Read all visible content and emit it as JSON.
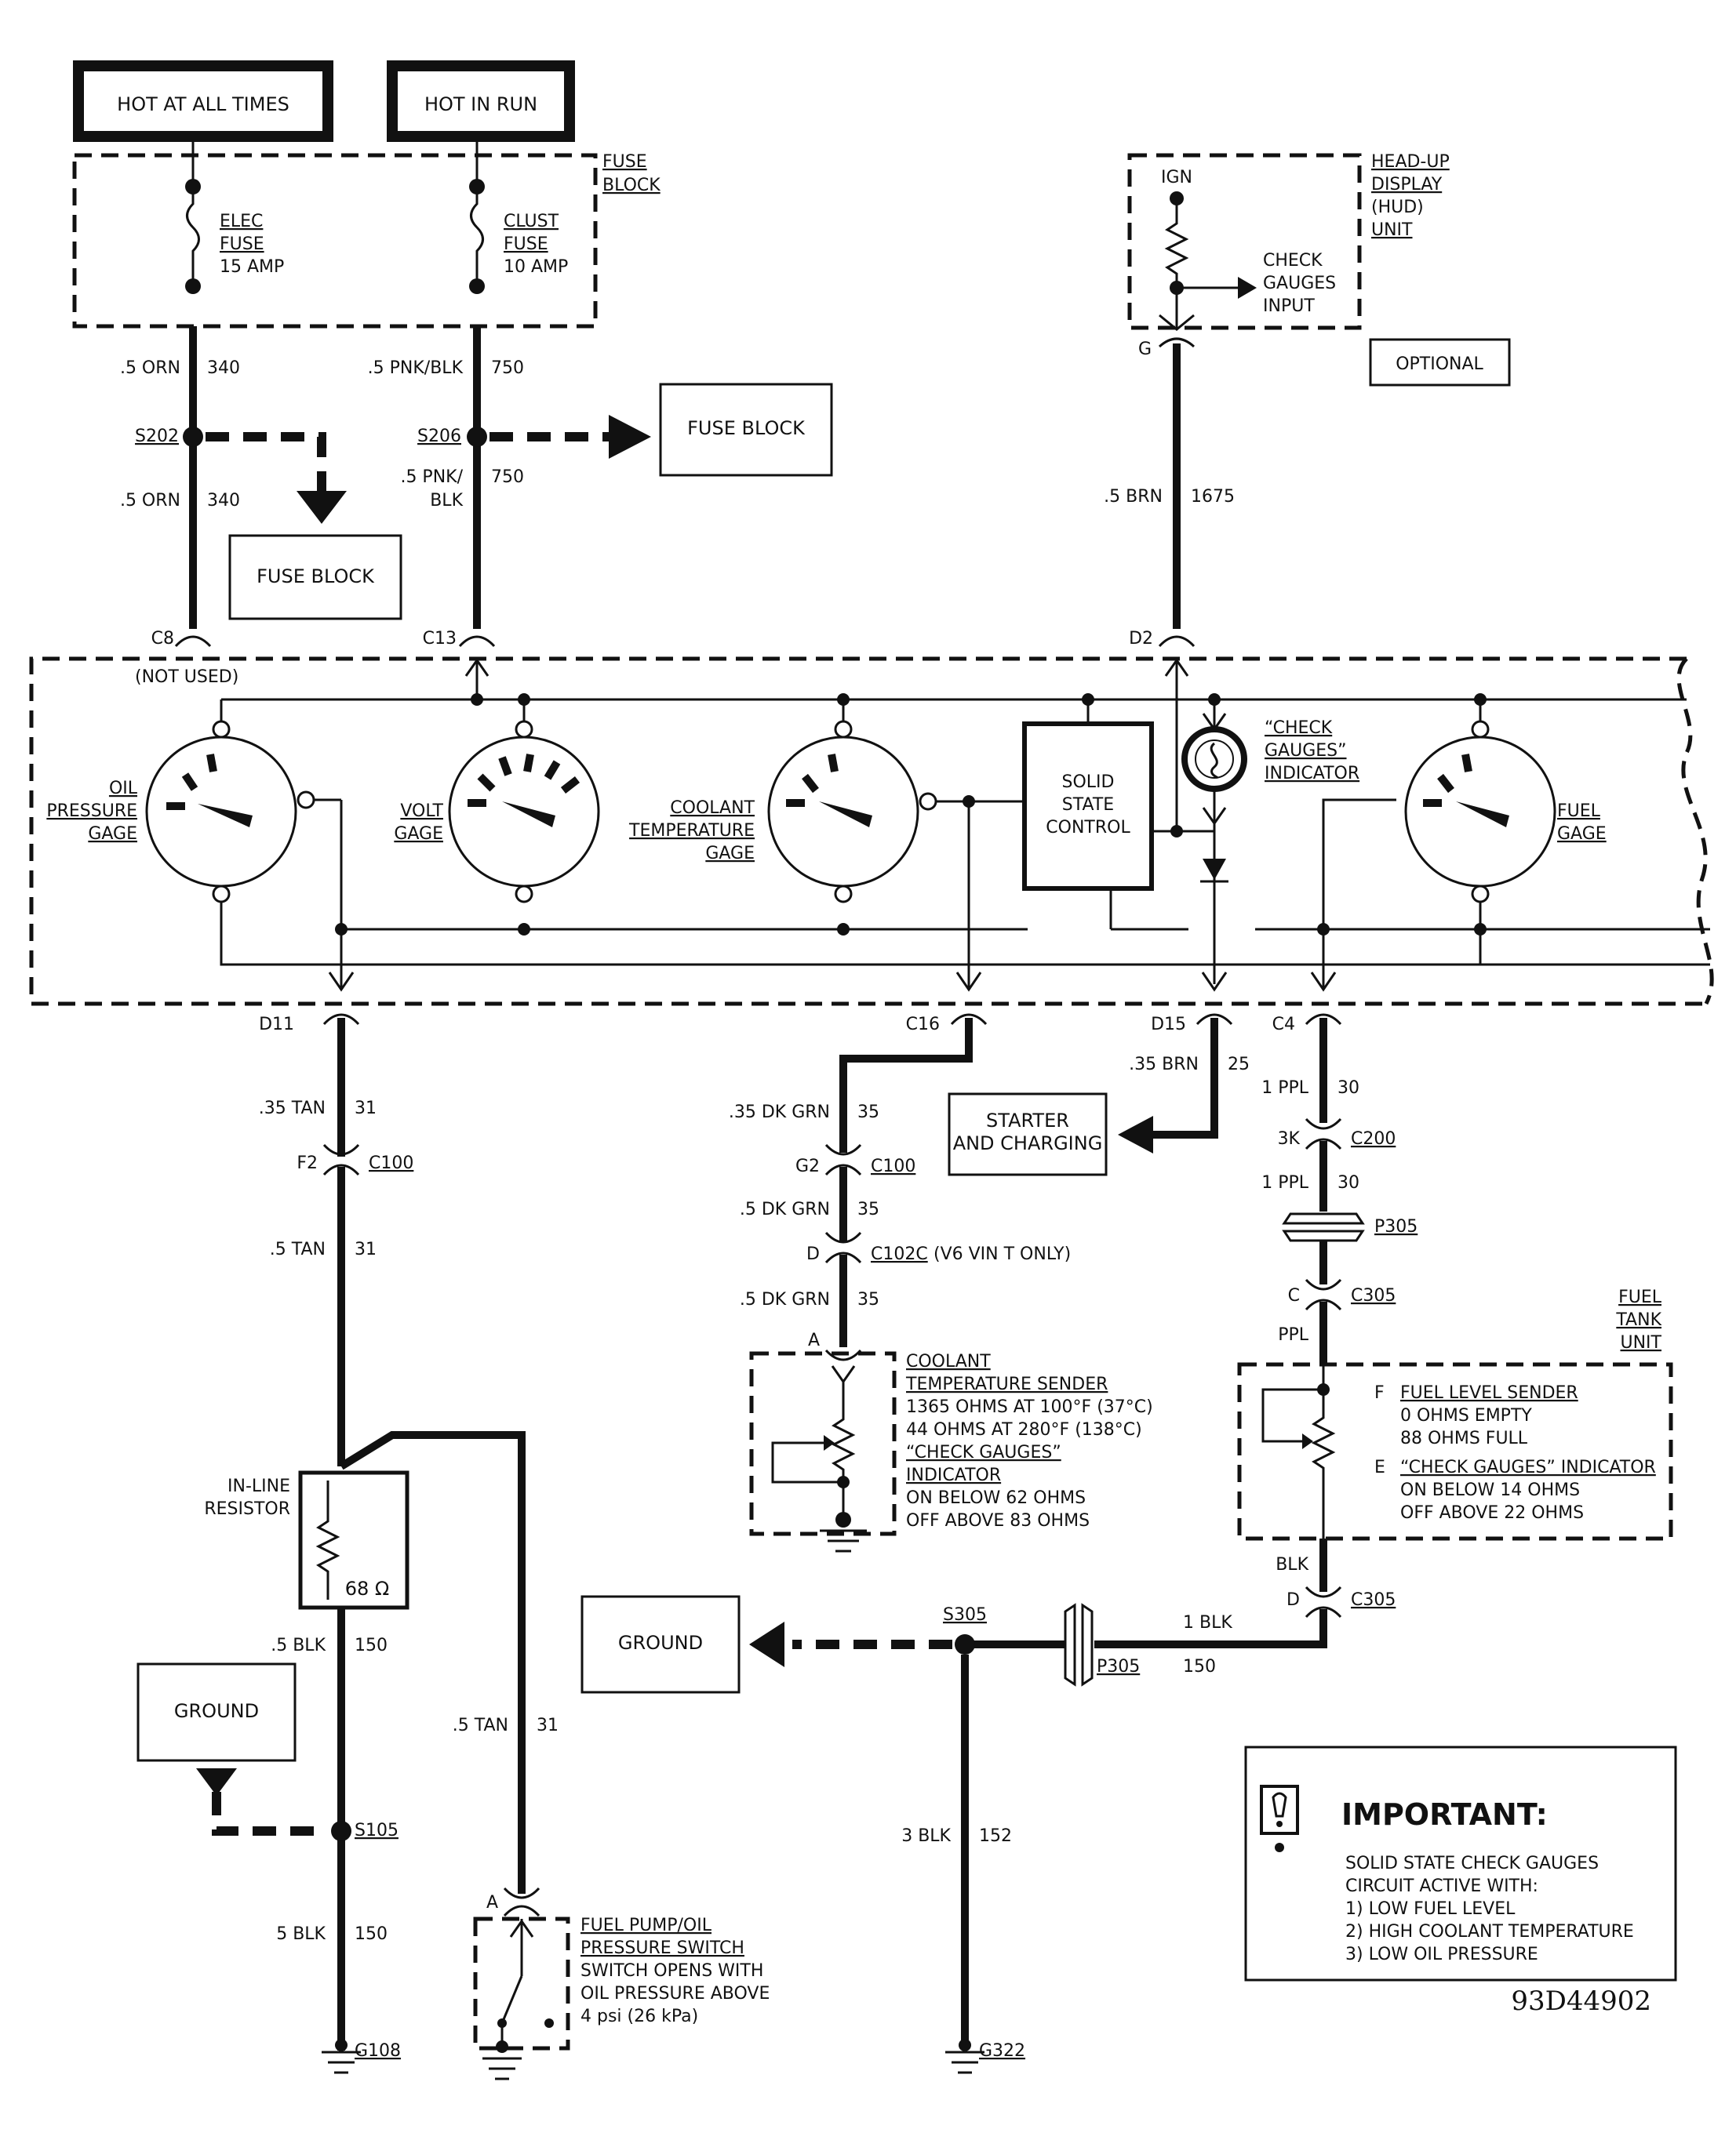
{
  "sources": {
    "hot_all_times": "HOT AT ALL TIMES",
    "hot_in_run": "HOT IN RUN"
  },
  "fuse_block": {
    "label1": "FUSE",
    "label2": "BLOCK",
    "elec": [
      "ELEC",
      "FUSE",
      "15 AMP"
    ],
    "clust": [
      "CLUST",
      "FUSE",
      "10 AMP"
    ]
  },
  "hud": {
    "label": [
      "HEAD-UP",
      "DISPLAY",
      "(HUD)",
      "UNIT"
    ],
    "ign": "IGN",
    "input": [
      "CHECK",
      "GAUGES",
      "INPUT"
    ],
    "pin": "G",
    "optional": "OPTIONAL"
  },
  "wires": {
    "orn_top": ".5 ORN",
    "orn_top_num": "340",
    "orn_bot": ".5 ORN",
    "orn_bot_num": "340",
    "pnk_top": ".5 PNK/BLK",
    "pnk_top_num": "750",
    "pnk_bot1": ".5 PNK/",
    "pnk_bot2": "BLK",
    "pnk_bot_num": "750",
    "brn_1675": ".5 BRN",
    "brn_1675_num": "1675",
    "tan_1": ".35 TAN",
    "tan_1_num": "31",
    "tan_2": ".5 TAN",
    "tan_2_num": "31",
    "blk_150a": ".5 BLK",
    "blk_150a_num": "150",
    "tan_3": ".5 TAN",
    "tan_3_num": "31",
    "blk_150b": "5 BLK",
    "blk_150b_num": "150",
    "dkgrn_1": ".35 DK GRN",
    "dkgrn_1_num": "35",
    "dkgrn_2": ".5 DK GRN",
    "dkgrn_2_num": "35",
    "dkgrn_3": ".5 DK GRN",
    "dkgrn_3_num": "35",
    "brn_25": ".35 BRN",
    "brn_25_num": "25",
    "ppl_1": "1 PPL",
    "ppl_1_num": "30",
    "ppl_2": "1 PPL",
    "ppl_2_num": "30",
    "ppl_3": "PPL",
    "blk_tank": "BLK",
    "blk_1": "1 BLK",
    "blk_1_num": "150",
    "blk_3": "3 BLK",
    "blk_3_num": "152"
  },
  "splices": {
    "s202": "S202",
    "s206": "S206",
    "s105": "S105",
    "s305": "S305"
  },
  "refs": {
    "fuse_block_a": "FUSE BLOCK",
    "fuse_block_b": "FUSE BLOCK",
    "starter": [
      "STARTER",
      "AND CHARGING"
    ],
    "ground_a": "GROUND",
    "ground_b": "GROUND"
  },
  "connectors": {
    "c8": "C8",
    "not_used": "(NOT USED)",
    "c13": "C13",
    "d2": "D2",
    "d11": "D11",
    "c16": "C16",
    "d15": "D15",
    "c4": "C4",
    "f2": "F2",
    "c100a": "C100",
    "g2": "G2",
    "c100b": "C100",
    "d": "D",
    "c102c": "C102C",
    "c102c_note": "(V6  VIN T ONLY)",
    "a_cool": "A",
    "k3": "3K",
    "c200": "C200",
    "p305a": "P305",
    "c_pin": "C",
    "c305a": "C305",
    "d_pin": "D",
    "c305b": "C305",
    "p305b": "P305",
    "a_sw": "A"
  },
  "cluster": {
    "oil": [
      "OIL",
      "PRESSURE",
      "GAGE"
    ],
    "volt": [
      "VOLT",
      "GAGE"
    ],
    "coolant": [
      "COOLANT",
      "TEMPERATURE",
      "GAGE"
    ],
    "solid_state": [
      "SOLID",
      "STATE",
      "CONTROL"
    ],
    "check": [
      "“CHECK",
      "GAUGES”",
      "INDICATOR"
    ],
    "fuel": [
      "FUEL",
      "GAGE"
    ]
  },
  "coolant_sender": {
    "lines": [
      "COOLANT",
      "TEMPERATURE SENDER",
      "1365 OHMS AT 100°F (37°C)",
      "44 OHMS AT 280°F (138°C)",
      "“CHECK GAUGES”",
      "INDICATOR",
      "ON BELOW 62 OHMS",
      "OFF ABOVE 83 OHMS"
    ]
  },
  "fuel_tank": {
    "label": [
      "FUEL",
      "TANK",
      "UNIT"
    ],
    "f_pin": "F",
    "e_pin": "E",
    "lines": [
      "FUEL LEVEL SENDER",
      "0 OHMS EMPTY",
      "88 OHMS FULL",
      "“CHECK GAUGES” INDICATOR",
      "ON BELOW 14 OHMS",
      "OFF ABOVE 22 OHMS"
    ]
  },
  "resistor": {
    "label": [
      "IN-LINE",
      "RESISTOR"
    ],
    "value": "68 Ω"
  },
  "switch": {
    "lines": [
      "FUEL PUMP/OIL",
      "PRESSURE SWITCH",
      "SWITCH OPENS WITH",
      "OIL PRESSURE ABOVE",
      "4 psi (26 kPa)"
    ]
  },
  "grounds": {
    "g108": "G108",
    "g322": "G322"
  },
  "important": {
    "title": "IMPORTANT:",
    "lines": [
      "SOLID STATE CHECK GAUGES",
      "CIRCUIT ACTIVE WITH:",
      "1)   LOW FUEL LEVEL",
      "2)   HIGH COOLANT TEMPERATURE",
      "3)   LOW OIL PRESSURE"
    ]
  },
  "figure_id": "93D44902"
}
